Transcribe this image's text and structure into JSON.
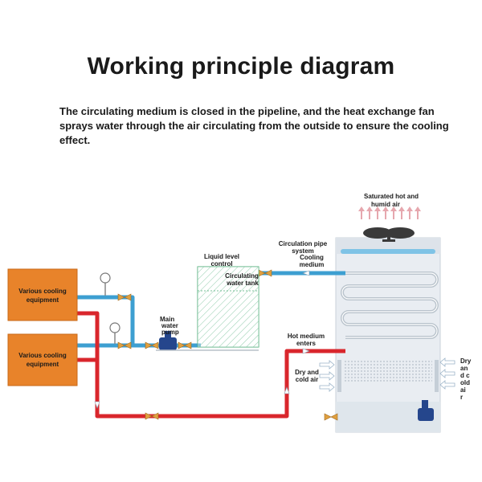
{
  "title": "Working principle diagram",
  "description": "The circulating medium is closed in the pipeline, and the heat exchange fan sprays water through the air circulating from the outside to ensure the cooling effect.",
  "labels": {
    "equipment_1": [
      "Various cooling",
      "equipment"
    ],
    "equipment_2": [
      "Various cooling",
      "equipment"
    ],
    "main_water_pump": [
      "Main",
      "water",
      "pump"
    ],
    "liquid_level_control": [
      "Liquid level",
      "control"
    ],
    "circulating_water_tank": [
      "Circulating",
      "water tank"
    ],
    "circulation_pipe_system": [
      "Circulation pipe",
      "system"
    ],
    "cooling_medium": [
      "Cooling",
      "medium"
    ],
    "saturated_air": [
      "Saturated hot and",
      "humid air"
    ],
    "hot_medium_enters": [
      "Hot medium",
      "enters"
    ],
    "dry_cold_air_left": [
      "Dry and",
      "cold air"
    ],
    "dry_cold_air_right": [
      "Dry",
      "an",
      "d c",
      "old",
      "ai",
      "r"
    ]
  },
  "colors": {
    "hot_pipe": "#d9262c",
    "cold_pipe": "#3d9fd1",
    "equipment": "#e8832a",
    "tower": "#e9edf2",
    "pump": "#25468c",
    "valve": "#e0a040",
    "tank_hatch": "#4fae7a"
  }
}
